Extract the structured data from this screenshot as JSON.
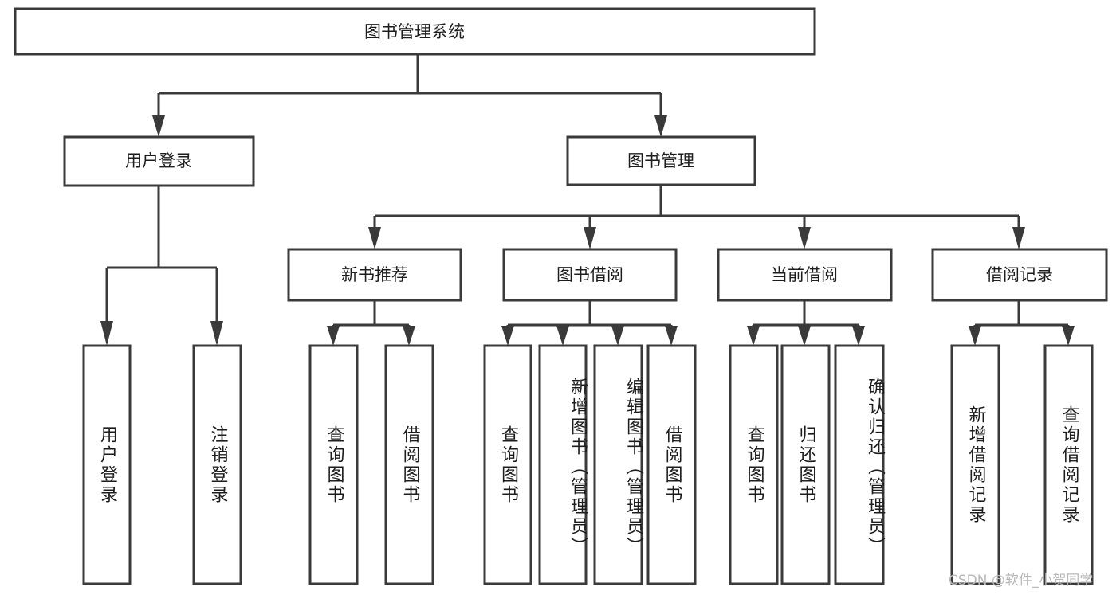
{
  "diagram": {
    "type": "tree",
    "title": "图书管理系统",
    "watermark": "CSDN @软件_小贺同学",
    "colors": {
      "stroke": "#3a3a3a",
      "fill": "#ffffff",
      "text": "#1d1d1d",
      "watermark": "#b8b8b8"
    },
    "nodes": {
      "root": {
        "label": "图书管理系统",
        "orientation": "horizontal"
      },
      "l2": [
        {
          "id": "user-login",
          "label": "用户登录",
          "orientation": "horizontal"
        },
        {
          "id": "book-management",
          "label": "图书管理",
          "orientation": "horizontal"
        }
      ],
      "l3": [
        {
          "id": "new-book-recommend",
          "label": "新书推荐",
          "orientation": "horizontal"
        },
        {
          "id": "book-borrow",
          "label": "图书借阅",
          "orientation": "horizontal"
        },
        {
          "id": "current-borrow",
          "label": "当前借阅",
          "orientation": "horizontal"
        },
        {
          "id": "borrow-record",
          "label": "借阅记录",
          "orientation": "horizontal"
        }
      ],
      "leaves": [
        {
          "id": "leaf-user-login",
          "label": "用户登录",
          "parent": "user-login",
          "orientation": "vertical"
        },
        {
          "id": "leaf-logout-login",
          "label": "注销登录",
          "parent": "user-login",
          "orientation": "vertical"
        },
        {
          "id": "leaf-query-book-1",
          "label": "查询图书",
          "parent": "new-book-recommend",
          "orientation": "vertical"
        },
        {
          "id": "leaf-borrow-book-1",
          "label": "借阅图书",
          "parent": "new-book-recommend",
          "orientation": "vertical"
        },
        {
          "id": "leaf-query-book-2",
          "label": "查询图书",
          "parent": "book-borrow",
          "orientation": "vertical"
        },
        {
          "id": "leaf-add-book",
          "label": "新增图书（管理员）",
          "parent": "book-borrow",
          "orientation": "vertical"
        },
        {
          "id": "leaf-edit-book",
          "label": "编辑图书（管理员）",
          "parent": "book-borrow",
          "orientation": "vertical"
        },
        {
          "id": "leaf-borrow-book-2",
          "label": "借阅图书",
          "parent": "book-borrow",
          "orientation": "vertical"
        },
        {
          "id": "leaf-query-book-3",
          "label": "查询图书",
          "parent": "current-borrow",
          "orientation": "vertical"
        },
        {
          "id": "leaf-return-book",
          "label": "归还图书",
          "parent": "current-borrow",
          "orientation": "vertical"
        },
        {
          "id": "leaf-confirm-return",
          "label": "确认归还（管理员）",
          "parent": "current-borrow",
          "orientation": "vertical"
        },
        {
          "id": "leaf-add-record",
          "label": "新增借阅记录",
          "parent": "borrow-record",
          "orientation": "vertical"
        },
        {
          "id": "leaf-query-record",
          "label": "查询借阅记录",
          "parent": "borrow-record",
          "orientation": "vertical"
        }
      ]
    }
  }
}
